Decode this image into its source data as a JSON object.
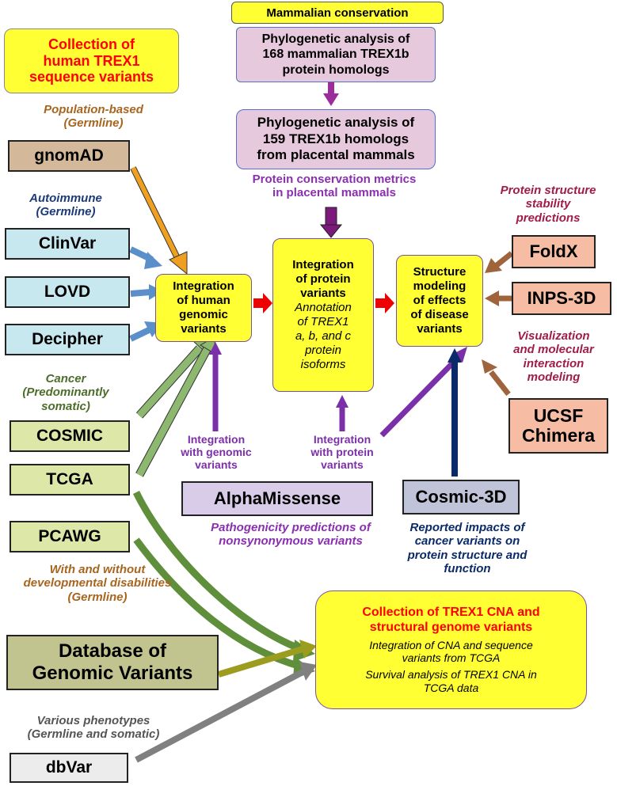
{
  "colors": {
    "yellow": "#ffff33",
    "red_text": "#ff0000",
    "purple": "#7b2fa8",
    "orange": "#f0a020",
    "blue_arrow": "#5b8fc9",
    "green": "#5f8f3a",
    "olive": "#9c9c1e",
    "grey_arrow": "#808080",
    "navy": "#0a2a6a",
    "brown": "#a0643c"
  },
  "title_box": {
    "line1": "Collection of",
    "line2": "human TREX1",
    "line3": "sequence variants"
  },
  "sources": {
    "population_label": {
      "line1": "Population-based",
      "line2": "(Germline)"
    },
    "gnomad": "gnomAD",
    "autoimmune_label": {
      "line1": "Autoimmune",
      "line2": "(Germline)"
    },
    "clinvar": "ClinVar",
    "lovd": "LOVD",
    "decipher": "Decipher",
    "cancer_label": {
      "line1": "Cancer",
      "line2": "(Predominantly",
      "line3": "somatic)"
    },
    "cosmic": "COSMIC",
    "tcga": "TCGA",
    "pcawg": "PCAWG",
    "dev_label": {
      "line1": "With and without",
      "line2": "developmental disabilities",
      "line3": "(Germline)"
    },
    "dgv": {
      "line1": "Database of",
      "line2": "Genomic Variants"
    },
    "various_label": {
      "line1": "Various phenotypes",
      "line2": "(Germline and somatic)"
    },
    "dbvar": "dbVar"
  },
  "conservation": {
    "header": "Mammalian conservation",
    "box1": {
      "line1": "Phylogenetic analysis of",
      "line2": "168 mammalian TREX1b",
      "line3": "protein homologs"
    },
    "box2": {
      "line1": "Phylogenetic analysis of",
      "line2": "159 TREX1b homologs",
      "line3": "from placental mammals"
    },
    "metrics": {
      "line1": "Protein conservation metrics",
      "line2": "in placental mammals"
    }
  },
  "integration_genomic": {
    "line1": "Integration",
    "line2": "of human",
    "line3": "genomic",
    "line4": "variants"
  },
  "integration_protein": {
    "line1": "Integration",
    "line2": "of protein",
    "line3": "variants",
    "i1": "Annotation",
    "i2": "of TREX1",
    "i3": "a, b, and c",
    "i4": "protein",
    "i5": "isoforms"
  },
  "structure_modeling": {
    "line1": "Structure",
    "line2": "modeling",
    "line3": "of effects",
    "line4": "of disease",
    "line5": "variants"
  },
  "right_tools": {
    "stability_label": {
      "line1": "Protein structure",
      "line2": "stability",
      "line3": "predictions"
    },
    "foldx": "FoldX",
    "inps": "INPS-3D",
    "vis_label": {
      "line1": "Visualization",
      "line2": "and molecular",
      "line3": "interaction",
      "line4": "modeling"
    },
    "ucsf": {
      "line1": "UCSF",
      "line2": "Chimera"
    }
  },
  "alphamissense": {
    "name": "AlphaMissense",
    "genomic_label": {
      "line1": "Integration",
      "line2": "with genomic",
      "line3": "variants"
    },
    "protein_label": {
      "line1": "Integration",
      "line2": "with protein",
      "line3": "variants"
    },
    "desc": {
      "line1": "Pathogenicity predictions of",
      "line2": "nonsynonymous variants"
    }
  },
  "cosmic3d": {
    "name": "Cosmic-3D",
    "desc": {
      "line1": "Reported impacts of",
      "line2": "cancer variants on",
      "line3": "protein structure and",
      "line4": "function"
    }
  },
  "cna_box": {
    "title1": "Collection of TREX1 CNA and",
    "title2": "structural genome variants",
    "i1a": "Integration of CNA and sequence",
    "i1b": "variants from TCGA",
    "i2a": "Survival analysis of TREX1 CNA in",
    "i2b": "TCGA data"
  }
}
